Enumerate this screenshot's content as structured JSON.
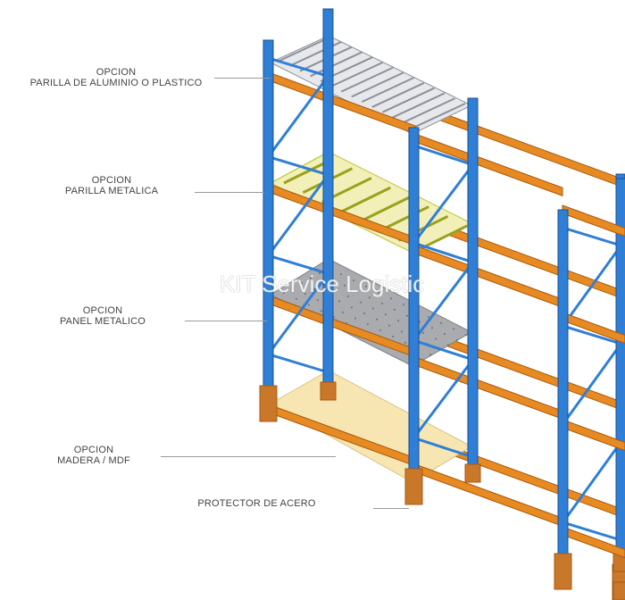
{
  "labels": {
    "l1": {
      "line1": "OPCION",
      "line2": "PARILLA DE ALUMINIO O  PLASTICO"
    },
    "l2": {
      "line1": "OPCION",
      "line2": "PARILLA METALICA"
    },
    "l3": {
      "line1": "OPCION",
      "line2": "PANEL METALICO"
    },
    "l4": {
      "line1": "OPCION",
      "line2": "MADERA / MDF"
    },
    "l5": {
      "line1": "PROTECTOR DE ACERO"
    }
  },
  "watermark": "KIT Service Logistic",
  "colors": {
    "upright": "#2f7fd6",
    "upright_dark": "#1b4f91",
    "beam": "#e88a22",
    "beam_dark": "#a85a10",
    "protector": "#c9782a",
    "wood": "#f7e6b2",
    "panel": "#a9abae",
    "grid_aluminium": "#8c9097",
    "grid_metal": "#b9c12a"
  }
}
